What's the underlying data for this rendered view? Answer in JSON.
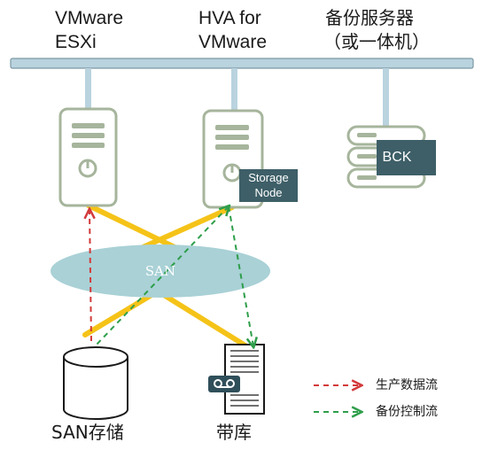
{
  "nodes": {
    "esxi": {
      "line1": "VMware",
      "line2": "ESXi"
    },
    "hva": {
      "line1": "HVA for",
      "line2": "VMware"
    },
    "backup": {
      "line1": "备份服务器",
      "line2": "（或一体机）",
      "badge": "BCK"
    },
    "storage_node": {
      "line1": "Storage",
      "line2": "Node"
    },
    "san": {
      "label": "SAN"
    },
    "san_storage": {
      "label": "SAN存储"
    },
    "tape": {
      "label": "带库"
    }
  },
  "legend": [
    {
      "label": "生产数据流",
      "color": "#d33a3a",
      "style": "dashed"
    },
    {
      "label": "备份控制流",
      "color": "#2e9e4a",
      "style": "dashed"
    }
  ],
  "colors": {
    "bus": "#b9d3df",
    "bus_border": "#7d98a4",
    "server_stroke": "#a6b59c",
    "server_fill": "#ffffff",
    "badge_fill": "#3e5f68",
    "san_fill": "#a9d1d6",
    "fc_link": "#f5c318",
    "prod_flow": "#d33a3a",
    "ctrl_flow": "#2e9e4a"
  }
}
